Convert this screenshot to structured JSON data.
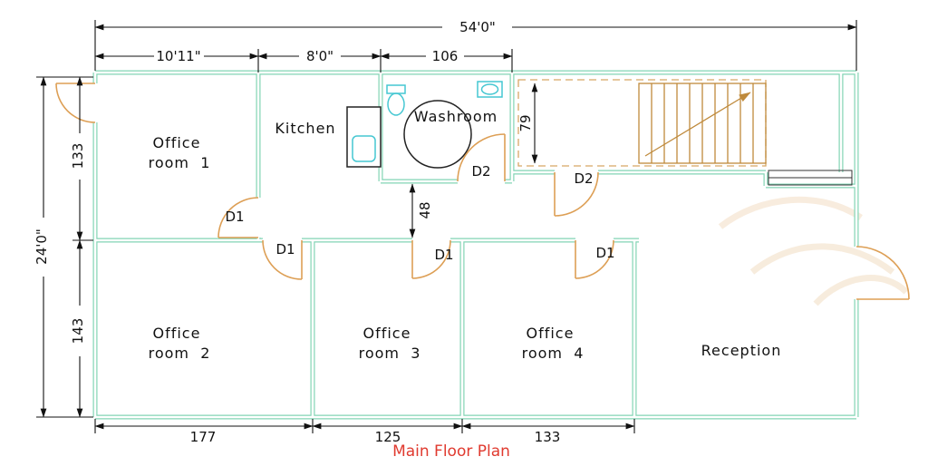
{
  "title": "Main Floor Plan",
  "rooms": {
    "office1": {
      "l1": "Office",
      "l2": "room  1"
    },
    "office2": {
      "l1": "Office",
      "l2": "room  2"
    },
    "office3": {
      "l1": "Office",
      "l2": "room  3"
    },
    "office4": {
      "l1": "Office",
      "l2": "room  4"
    },
    "kitchen": "Kitchen",
    "washroom": "Washroom",
    "reception": "Reception"
  },
  "doors": {
    "d1": "D1",
    "d2": "D2"
  },
  "dims": {
    "total_width": "54'0\"",
    "seg_office1": "10'11\"",
    "seg_kitchen": "8'0\"",
    "seg_washroom": "106",
    "total_height": "24'0\"",
    "left_upper": "133",
    "left_lower": "143",
    "hall_width": "48",
    "stair_width": "79",
    "bottom_office2": "177",
    "bottom_office3": "125",
    "bottom_office4": "133"
  },
  "colors": {
    "wall": "#82d4b4",
    "door": "#dd9f55",
    "stairs": "#bf8a3c",
    "stairs_dashed": "#d8a865",
    "fixture": "#45c7d2",
    "dimension": "#111111",
    "title": "#e03a2f",
    "watermark": "#f2ddc2"
  }
}
